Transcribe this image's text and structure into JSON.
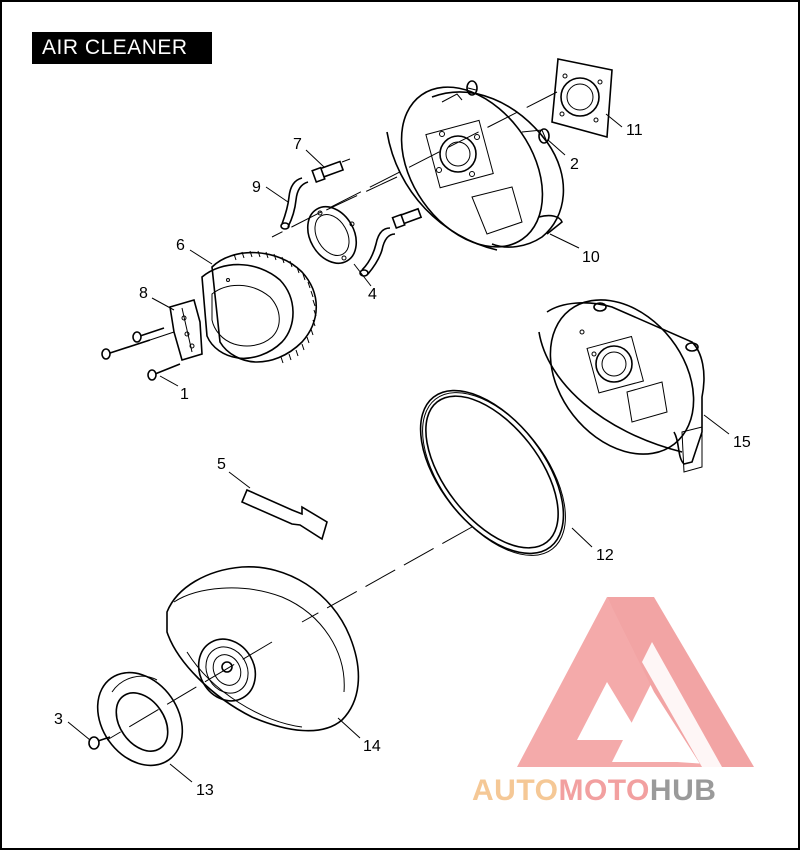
{
  "title": "AIR CLEANER",
  "callouts": {
    "c1": "1",
    "c2": "2",
    "c3": "3",
    "c4": "4",
    "c5": "5",
    "c6": "6",
    "c7": "7",
    "c8": "8",
    "c9": "9",
    "c10": "10",
    "c11": "11",
    "c12": "12",
    "c13": "13",
    "c14": "14",
    "c15": "15"
  },
  "watermark": {
    "part1": "AUTO",
    "part2": "MOTO",
    "part3": "HUB",
    "color_orange": "#f5c896",
    "color_red": "#f2a0a0",
    "color_grey": "#9a9a9a"
  }
}
